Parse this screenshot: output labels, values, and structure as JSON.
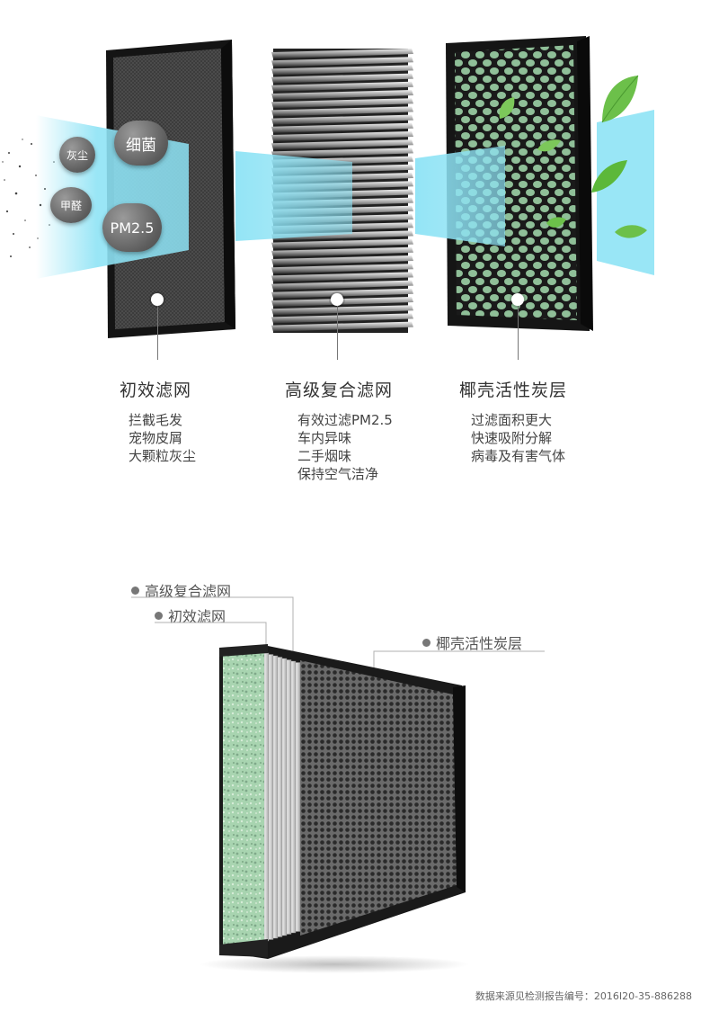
{
  "pollutants": [
    "灰尘",
    "细菌",
    "甲醛",
    "PM2.5"
  ],
  "layers": [
    {
      "title": "初效滤网",
      "features": [
        "拦截毛发",
        "宠物皮屑",
        "大颗粒灰尘"
      ]
    },
    {
      "title": "高级复合滤网",
      "features": [
        "有效过滤PM2.5",
        "车内异味",
        "二手烟味",
        "保持空气洁净"
      ]
    },
    {
      "title": "椰壳活性炭层",
      "features": [
        "过滤面积更大",
        "快速吸附分解",
        "病毒及有害气体"
      ]
    }
  ],
  "callouts": {
    "composite": "高级复合滤网",
    "primary": "初效滤网",
    "carbon": "椰壳活性炭层"
  },
  "footnote": "数据来源见检测报告编号：2016I20-35-886288",
  "colors": {
    "air_blue": "#8ee3f5",
    "frame_black": "#1c1c1c",
    "carbon_green": "#7fa88a",
    "leaf_green": "#6cc04a",
    "bubble_gray": "#5d5d5d"
  }
}
